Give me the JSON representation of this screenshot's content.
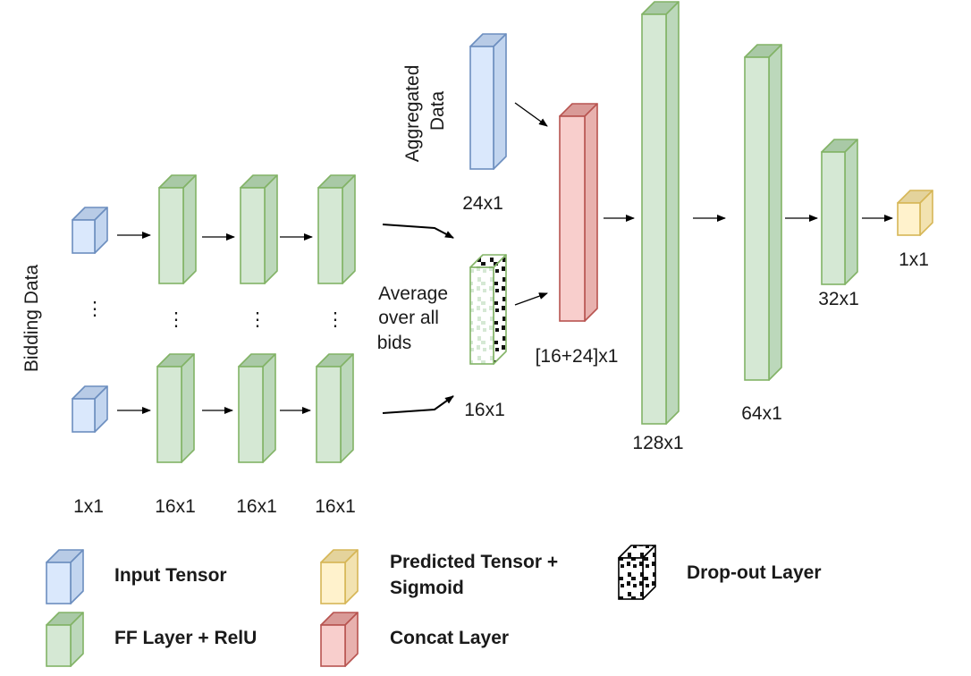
{
  "colors": {
    "input": {
      "front": "#dae8fc",
      "top": "#b8cbe6",
      "side": "#c2d5ef",
      "stroke": "#6c8ebf"
    },
    "ff": {
      "front": "#d5e8d4",
      "top": "#a9c9a6",
      "side": "#bcd8bb",
      "stroke": "#82b366"
    },
    "concat": {
      "front": "#f8cecc",
      "top": "#d99a97",
      "side": "#e8b1ae",
      "stroke": "#b85450"
    },
    "predicted": {
      "front": "#fff2cc",
      "top": "#e4d39c",
      "side": "#f2e2b0",
      "stroke": "#d6b656"
    },
    "arrow": "#000000"
  },
  "labels": {
    "bidding_data": "Bidding Data",
    "aggregated_data": [
      "Aggregated",
      "Data"
    ],
    "average_over_bids": [
      "Average",
      "over all",
      "bids"
    ],
    "dim_1x1": "1x1",
    "dim_16x1": "16x1",
    "dim_24x1": "24x1",
    "dim_concat": "[16+24]x1",
    "dim_128x1": "128x1",
    "dim_64x1": "64x1",
    "dim_32x1": "32x1",
    "dim_out_1x1": "1x1",
    "ellipsis": "⋮"
  },
  "legend": {
    "input_tensor": "Input Tensor",
    "ff_layer": "FF Layer + RelU",
    "predicted_tensor": [
      "Predicted Tensor +",
      "Sigmoid"
    ],
    "concat_layer": "Concat Layer",
    "dropout_layer": "Drop-out Layer"
  }
}
